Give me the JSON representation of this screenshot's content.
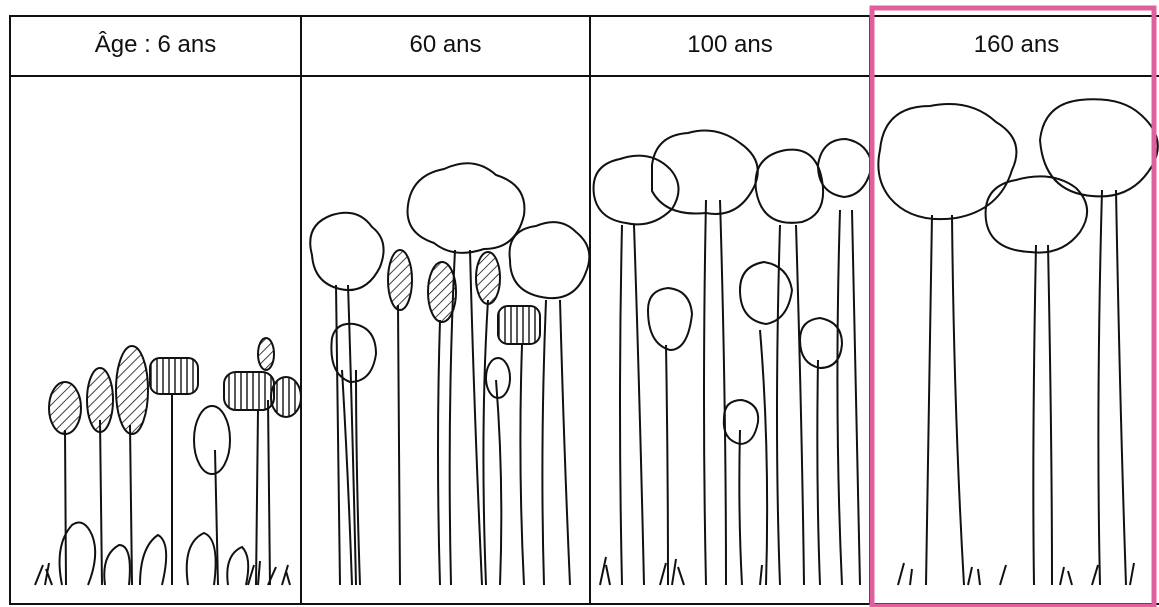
{
  "panels": [
    {
      "label": "Âge : 6 ans"
    },
    {
      "label": "60 ans"
    },
    {
      "label": "100 ans"
    },
    {
      "label": "160 ans"
    }
  ],
  "highlight": {
    "panel_index": 3,
    "color": "#e0609e"
  },
  "icons": {
    "tree": "tree-icon",
    "hatched_tree": "hatched-tree-icon",
    "grass": "grass-tuft-icon"
  }
}
